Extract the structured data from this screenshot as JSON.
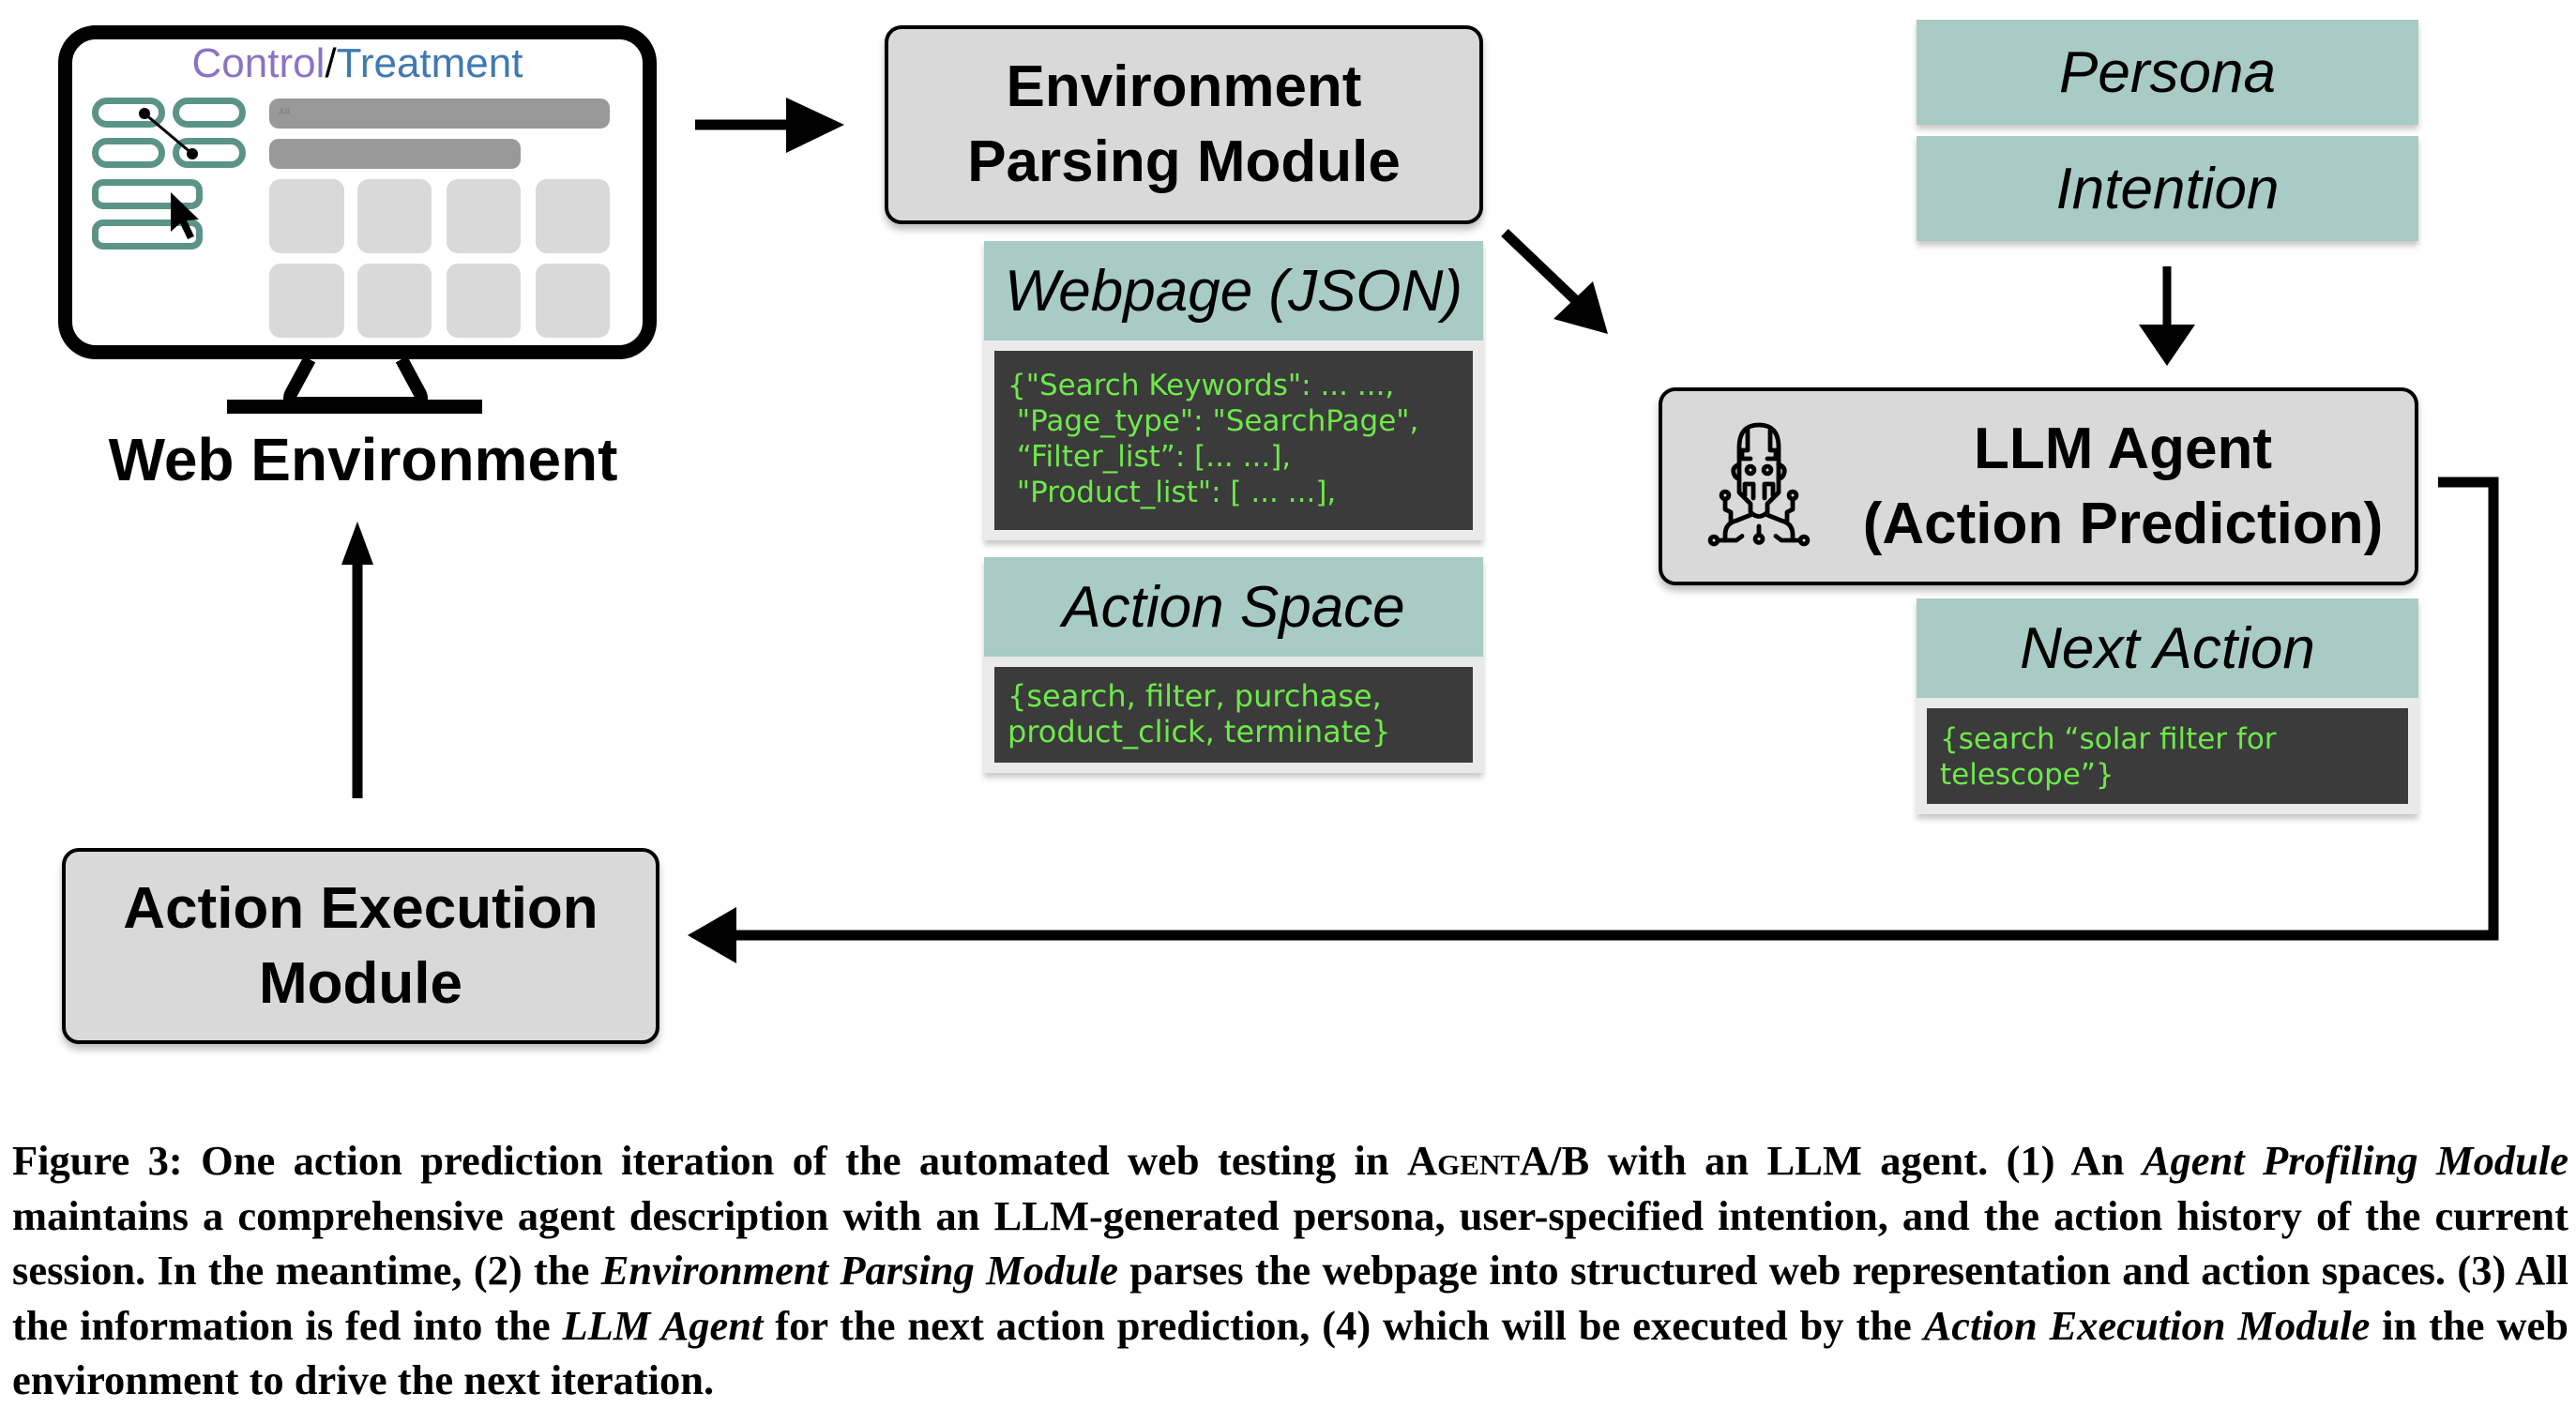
{
  "web_environment": {
    "label": "Web Environment",
    "screen_title_control": "Control",
    "screen_title_separator": "/",
    "screen_title_treatment": "Treatment",
    "search_bar_hint": "AR",
    "colors": {
      "control": "#8a73c4",
      "treatment": "#3f79b3",
      "filter_pill": "#5b9486"
    }
  },
  "environment_parsing_module": {
    "title_line1": "Environment",
    "title_line2": "Parsing Module"
  },
  "webpage_json": {
    "header": "Webpage (JSON)",
    "code_lines": [
      "{\"Search Keywords\": ... ...,",
      " \"Page_type\": \"SearchPage\",",
      " “Filter_list”: [... ...],",
      " \"Product_list\": [ ... ...],"
    ]
  },
  "action_space": {
    "header": "Action Space",
    "code_lines": [
      "{search, filter, purchase,",
      "product_click, terminate}"
    ]
  },
  "agent_profile": {
    "persona": "Persona",
    "intention": "Intention"
  },
  "llm_agent": {
    "title_line1": "LLM Agent",
    "title_line2": "(Action Prediction)",
    "icon": "robot-icon"
  },
  "next_action": {
    "header": "Next Action",
    "code": "{search “solar filter for telescope”}"
  },
  "action_execution_module": {
    "title_line1": "Action Execution",
    "title_line2": "Module"
  },
  "caption": {
    "segments": [
      {
        "t": "Figure 3: One action prediction iteration of the automated web testing in ",
        "s": "b"
      },
      {
        "t": "AgentA/B",
        "s": "sc"
      },
      {
        "t": " with an LLM agent. (1) An ",
        "s": "b"
      },
      {
        "t": "Agent Profiling Module",
        "s": "i"
      },
      {
        "t": " maintains a comprehensive agent description with an LLM-generated persona, user-specified intention, and the action history of the current session. In the meantime, (2) the ",
        "s": "b"
      },
      {
        "t": "Environment Parsing Module",
        "s": "i"
      },
      {
        "t": " parses the webpage into structured web representation and action spaces. (3) All the information is fed into the ",
        "s": "b"
      },
      {
        "t": "LLM Agent",
        "s": "i"
      },
      {
        "t": " for the next action prediction, (4) which will be executed by the ",
        "s": "b"
      },
      {
        "t": "Action Execution Module",
        "s": "i"
      },
      {
        "t": " in the web environment to drive the next iteration.",
        "s": "b"
      }
    ]
  }
}
